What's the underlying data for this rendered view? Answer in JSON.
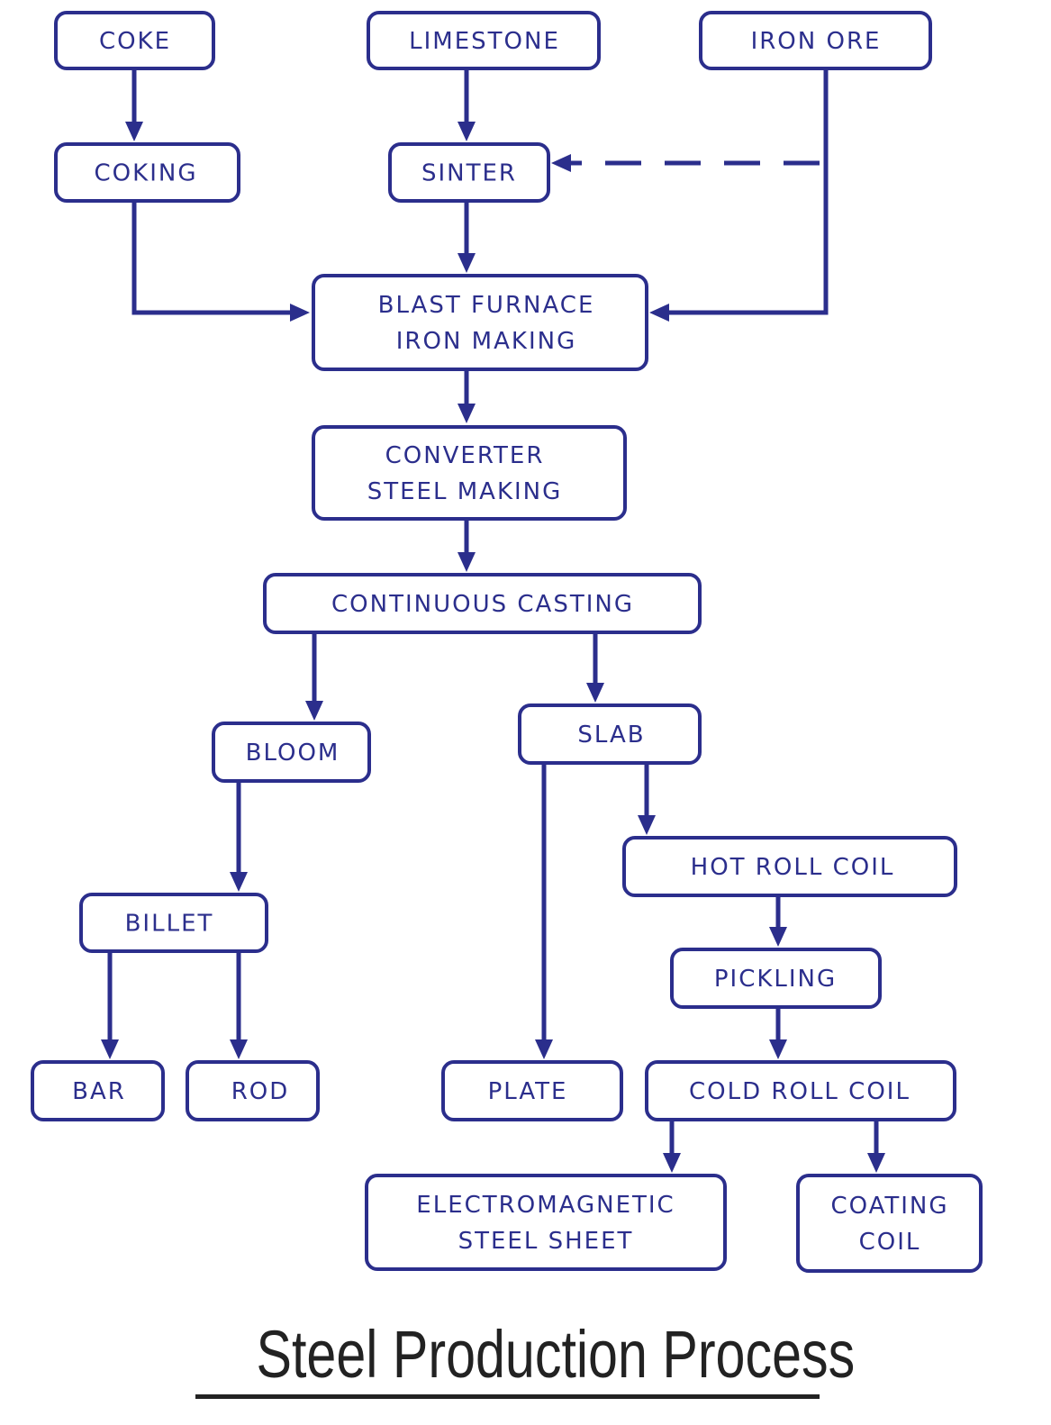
{
  "colors": {
    "stroke": "#2b2e8c",
    "caption": "#222222"
  },
  "nodes": [
    {
      "id": "coke",
      "lines": [
        "COKE"
      ]
    },
    {
      "id": "limestone",
      "lines": [
        "LIMESTONE"
      ]
    },
    {
      "id": "iron-ore",
      "lines": [
        "IRON ORE"
      ]
    },
    {
      "id": "coking",
      "lines": [
        "COKING"
      ]
    },
    {
      "id": "sinter",
      "lines": [
        "SINTER"
      ]
    },
    {
      "id": "blast-furnace",
      "lines": [
        "BLAST FURNACE",
        "IRON MAKING"
      ]
    },
    {
      "id": "converter",
      "lines": [
        "CONVERTER",
        "STEEL MAKING"
      ]
    },
    {
      "id": "continuous-casting",
      "lines": [
        "CONTINUOUS CASTING"
      ]
    },
    {
      "id": "bloom",
      "lines": [
        "BLOOM"
      ]
    },
    {
      "id": "slab",
      "lines": [
        "SLAB"
      ]
    },
    {
      "id": "hot-roll-coil",
      "lines": [
        "HOT ROLL COIL"
      ]
    },
    {
      "id": "billet",
      "lines": [
        "BILLET"
      ]
    },
    {
      "id": "pickling",
      "lines": [
        "PICKLING"
      ]
    },
    {
      "id": "bar",
      "lines": [
        "BAR"
      ]
    },
    {
      "id": "rod",
      "lines": [
        "ROD"
      ]
    },
    {
      "id": "plate",
      "lines": [
        "PLATE"
      ]
    },
    {
      "id": "cold-roll-coil",
      "lines": [
        "COLD ROLL COIL"
      ]
    },
    {
      "id": "electromagnetic-steel-sheet",
      "lines": [
        "ELECTROMAGNETIC",
        "STEEL SHEET"
      ]
    },
    {
      "id": "coating-coil",
      "lines": [
        "COATING",
        "COIL"
      ]
    }
  ],
  "edges": [
    {
      "from": "coke",
      "to": "coking",
      "style": "solid"
    },
    {
      "from": "limestone",
      "to": "sinter",
      "style": "solid"
    },
    {
      "from": "iron-ore",
      "to": "sinter",
      "style": "dashed"
    },
    {
      "from": "coking",
      "to": "blast-furnace",
      "style": "solid"
    },
    {
      "from": "sinter",
      "to": "blast-furnace",
      "style": "solid"
    },
    {
      "from": "iron-ore",
      "to": "blast-furnace",
      "style": "solid"
    },
    {
      "from": "blast-furnace",
      "to": "converter",
      "style": "solid"
    },
    {
      "from": "converter",
      "to": "continuous-casting",
      "style": "solid"
    },
    {
      "from": "continuous-casting",
      "to": "bloom",
      "style": "solid"
    },
    {
      "from": "continuous-casting",
      "to": "slab",
      "style": "solid"
    },
    {
      "from": "bloom",
      "to": "billet",
      "style": "solid"
    },
    {
      "from": "billet",
      "to": "bar",
      "style": "solid"
    },
    {
      "from": "billet",
      "to": "rod",
      "style": "solid"
    },
    {
      "from": "slab",
      "to": "plate",
      "style": "solid"
    },
    {
      "from": "slab",
      "to": "hot-roll-coil",
      "style": "solid"
    },
    {
      "from": "hot-roll-coil",
      "to": "pickling",
      "style": "solid"
    },
    {
      "from": "pickling",
      "to": "cold-roll-coil",
      "style": "solid"
    },
    {
      "from": "cold-roll-coil",
      "to": "electromagnetic-steel-sheet",
      "style": "solid"
    },
    {
      "from": "cold-roll-coil",
      "to": "coating-coil",
      "style": "solid"
    }
  ],
  "caption": "Steel Production Process"
}
